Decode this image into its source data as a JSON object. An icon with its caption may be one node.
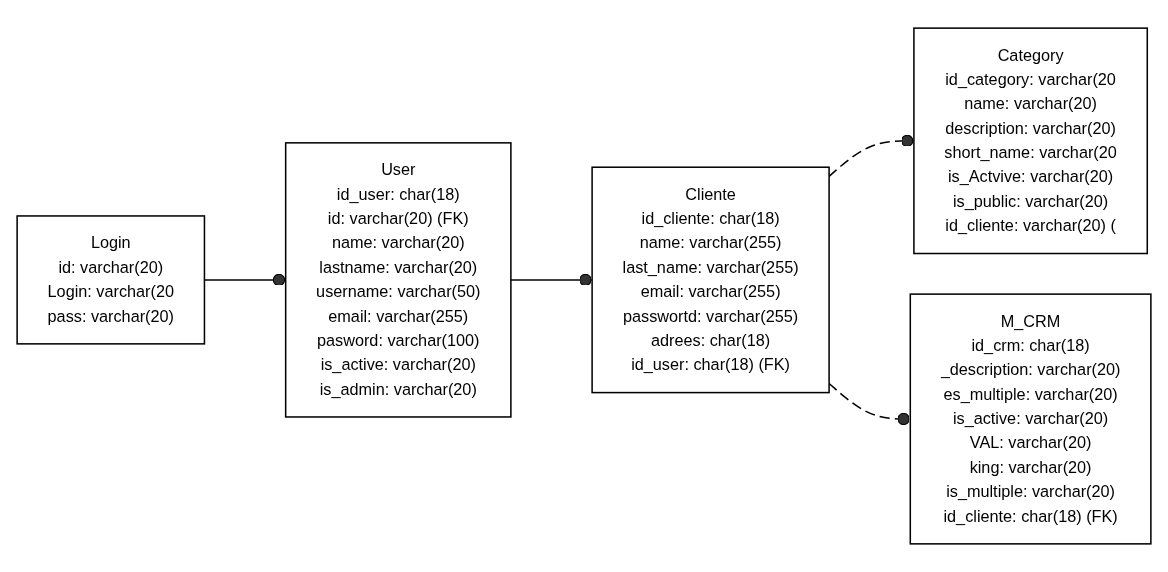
{
  "diagram": {
    "nodes": [
      {
        "text": [
          "Login",
          "id: varchar(20)",
          "Login: varchar(20",
          "pass: varchar(20)"
        ]
      },
      {
        "text": [
          "User",
          "id_user: char(18)",
          "id: varchar(20) (FK)",
          "name: varchar(20)",
          "lastname: varchar(20)",
          "username: varchar(50)",
          "email: varchar(255)",
          "pasword: varchar(100)",
          "is_active: varchar(20)",
          "is_admin: varchar(20)"
        ]
      },
      {
        "text": [
          "Cliente",
          "id_cliente: char(18)",
          "name: varchar(255)",
          "last_name: varchar(255)",
          "email: varchar(255)",
          "passwortd: varchar(255)",
          "adrees: char(18)",
          "id_user: char(18) (FK)"
        ]
      },
      {
        "text": [
          "Category",
          "id_category: varchar(20",
          "name: varchar(20)",
          "description: varchar(20)",
          "short_name: varchar(20",
          "is_Actvive: varchar(20)",
          "is_public: varchar(20)",
          "id_cliente: varchar(20) ("
        ]
      },
      {
        "text": [
          "M_CRM",
          "id_crm: char(18)",
          "_description: varchar(20)",
          "es_multiple: varchar(20)",
          "is_active: varchar(20)",
          "VAL: varchar(20)",
          "king: varchar(20)",
          "is_multiple: varchar(20)",
          "id_cliente: char(18) (FK)"
        ]
      }
    ],
    "edges": [
      {
        "from": 0,
        "to": 1,
        "arrow": "other"
      },
      {
        "from": 1,
        "to": 2,
        "arrow": "other"
      },
      {
        "from": 2,
        "to": 3,
        "arrow": "other",
        "style": "dashed"
      },
      {
        "from": 2,
        "to": 4,
        "arrow": "other",
        "style": "dashed"
      }
    ]
  }
}
